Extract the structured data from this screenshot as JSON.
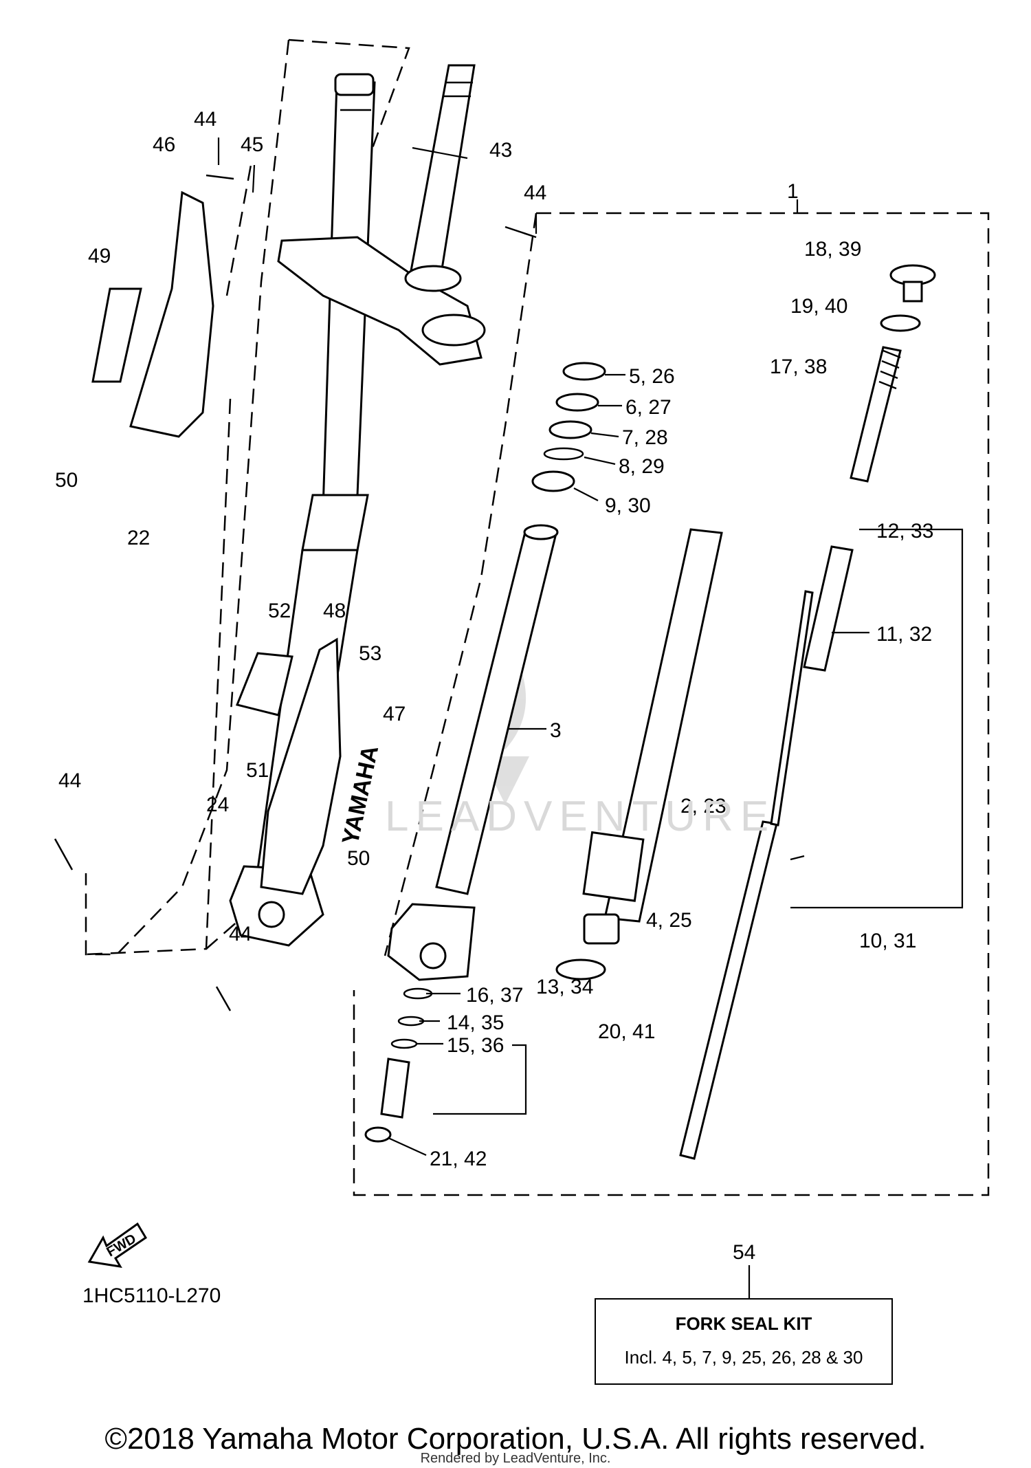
{
  "callouts": {
    "c1": "1",
    "c2": "2, 23",
    "c3": "3",
    "c4": "4, 25",
    "c5": "5, 26",
    "c6": "6, 27",
    "c7": "7, 28",
    "c8": "8, 29",
    "c9": "9, 30",
    "c10": "10, 31",
    "c11": "11, 32",
    "c12": "12, 33",
    "c13": "13, 34",
    "c14": "14, 35",
    "c15": "15, 36",
    "c16": "16, 37",
    "c17": "17, 38",
    "c18": "18, 39",
    "c19": "19, 40",
    "c20": "20, 41",
    "c21": "21, 42",
    "c22": "22",
    "c24": "24",
    "c43": "43",
    "c44a": "44",
    "c44b": "44",
    "c44c": "44",
    "c44d": "44",
    "c45": "45",
    "c46": "46",
    "c47": "47",
    "c48": "48",
    "c49": "49",
    "c50a": "50",
    "c50b": "50",
    "c51": "51",
    "c52": "52",
    "c53": "53"
  },
  "decal_text": "YAMAHA",
  "fwd_arrow_text": "FWD",
  "watermark": "LEADVENTURE",
  "diagram_code": "1HC5110-L270",
  "kit": {
    "number": "54",
    "title": "FORK SEAL KIT",
    "includes": "Incl. 4, 5, 7, 9, 25, 26, 28 & 30"
  },
  "footer": {
    "copyright": "©2018 Yamaha Motor Corporation, U.S.A. All rights reserved.",
    "rendered_by": "Rendered by LeadVenture, Inc."
  }
}
